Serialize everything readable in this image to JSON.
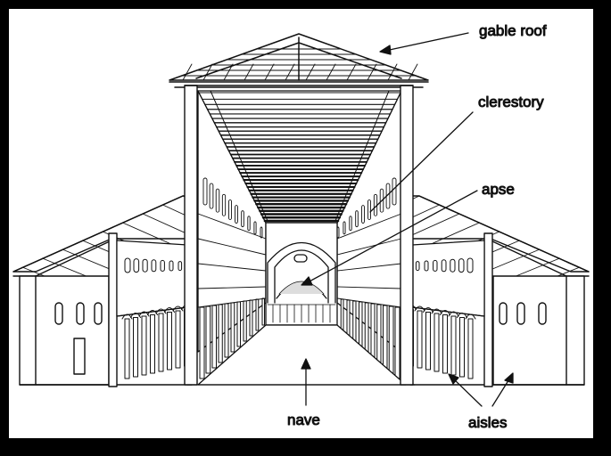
{
  "labels": {
    "gable_roof": "gable roof",
    "clerestory": "clerestory",
    "apse": "apse",
    "nave": "nave",
    "aisles": "aisles"
  },
  "colors": {
    "ink": "#111111",
    "paper": "#ffffff",
    "frame": "#000000"
  }
}
